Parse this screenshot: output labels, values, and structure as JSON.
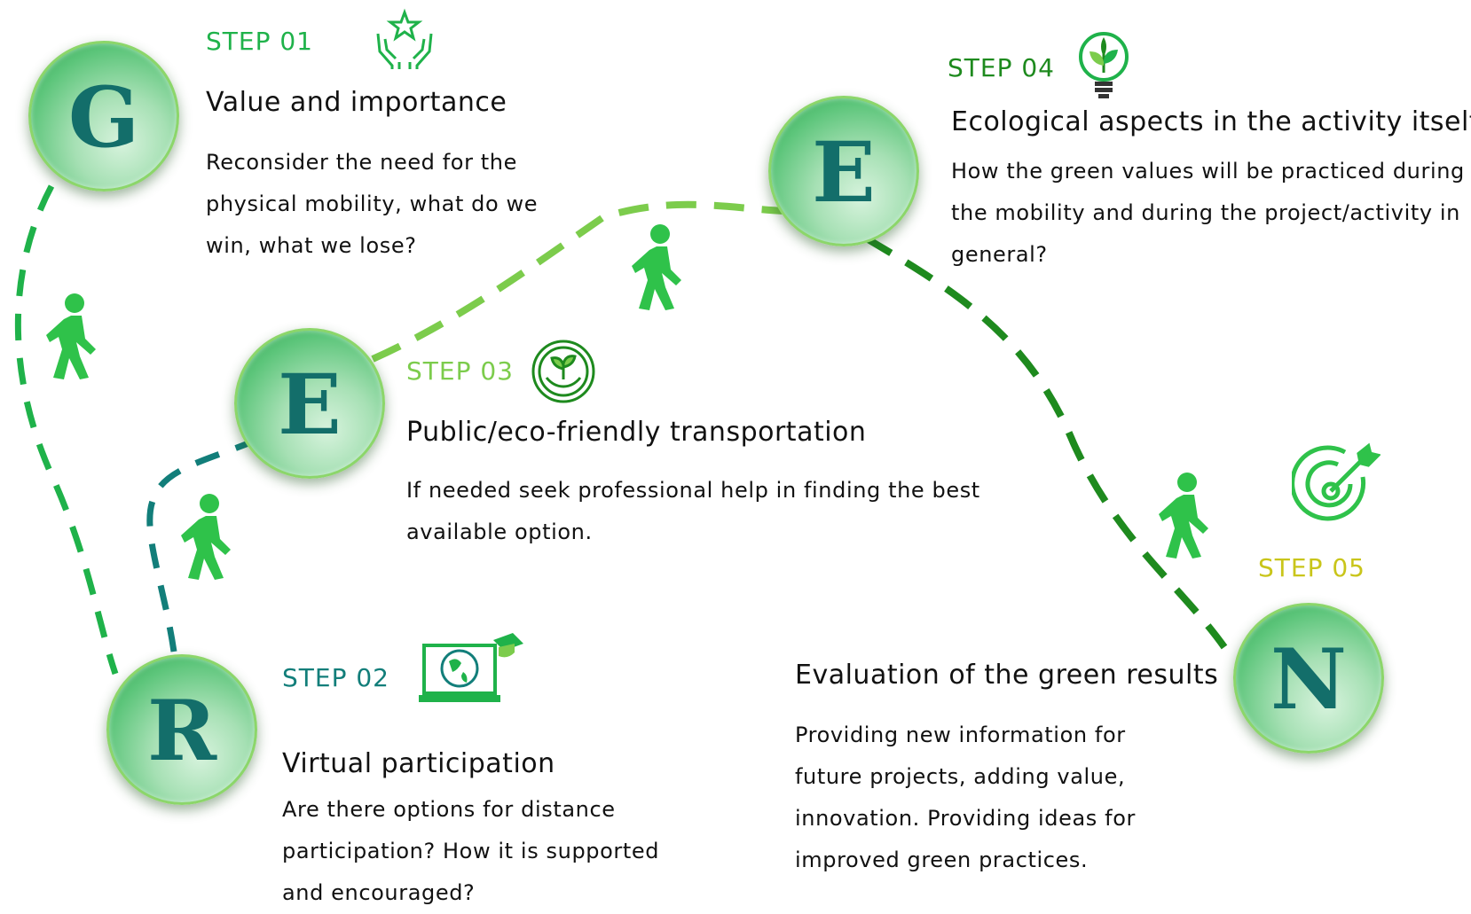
{
  "colors": {
    "step01": "#1fb24a",
    "step02": "#127e7a",
    "step03": "#7ccc4c",
    "step04": "#1e8a1e",
    "step05": "#c9c51a",
    "letter": "#136e6a",
    "walker": "#2fc24a"
  },
  "steps": [
    {
      "letter": "G",
      "label": "STEP 01",
      "title": "Value and importance",
      "description": "Reconsider the need for the physical mobility, what do we win, what we lose?",
      "icon": "hands-star-icon"
    },
    {
      "letter": "R",
      "label": "STEP 02",
      "title": "Virtual participation",
      "description": "Are there options for distance participation? How it is supported and encouraged?",
      "icon": "laptop-globe-graduation-icon"
    },
    {
      "letter": "E",
      "label": "STEP 03",
      "title": "Public/eco-friendly transportation",
      "description": "If needed seek professional help in finding the best available option.",
      "icon": "hand-plant-icon"
    },
    {
      "letter": "E",
      "label": "STEP 04",
      "title": "Ecological aspects in the activity itself",
      "description": "How the green values will be practiced during the mobility and during the project/activity in general?",
      "icon": "lightbulb-leaf-icon"
    },
    {
      "letter": "N",
      "label": "STEP 05",
      "title": "Evaluation of the green results",
      "description": "Providing new information for future projects, adding value, innovation. Providing ideas for improved green practices.",
      "icon": "target-arrow-icon"
    }
  ],
  "walker_icon": "walking-person-icon"
}
